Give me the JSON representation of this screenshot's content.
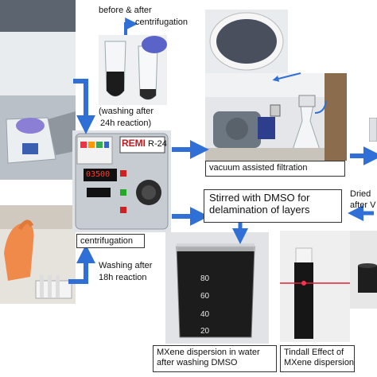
{
  "labels": {
    "before_after": "before & after",
    "centrifugation_top": "centrifugation",
    "washing_24h_line1": "(washing after",
    "washing_24h_line2": "24h reaction)",
    "vacuum": "vacuum assisted filtration",
    "stirred_line1": "Stirred with DMSO for",
    "stirred_line2": "delamination of layers",
    "dried_line1": "Dried",
    "dried_line2": "after V",
    "centrifugation_box": "centrifugation",
    "washing_18h_line1": "Washing after",
    "washing_18h_line2": "18h reaction",
    "mxene_line1": "MXene dispersion in water",
    "mxene_line2": "after washing DMSO",
    "tindall_line1": "Tindall Effect of",
    "tindall_line2": "MXene dispersion"
  },
  "device": {
    "brand": "REMI",
    "model": "R-24",
    "display": "03500"
  },
  "beaker_scale": [
    "80",
    "60",
    "40",
    "20"
  ],
  "colors": {
    "arrow": "#2f6fd6",
    "dark_liquid": "#1c1c1c"
  }
}
